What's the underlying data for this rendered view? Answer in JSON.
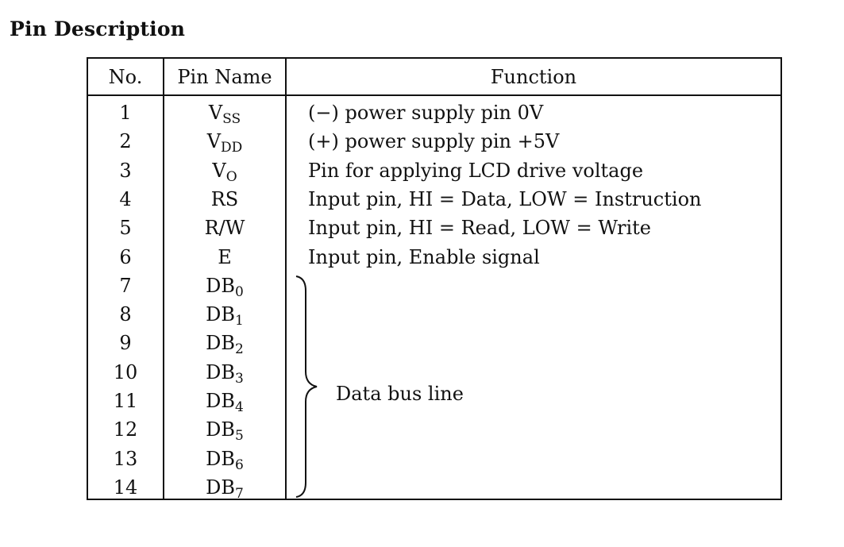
{
  "title": "Pin Description",
  "headers": {
    "no": "No.",
    "pin_name": "Pin Name",
    "function": "Function"
  },
  "rows": [
    {
      "no": "1",
      "name": "V",
      "sub": "SS",
      "function": "(−) power supply pin 0V"
    },
    {
      "no": "2",
      "name": "V",
      "sub": "DD",
      "function": "(+) power supply pin +5V"
    },
    {
      "no": "3",
      "name": "V",
      "sub": "O",
      "function": "Pin for applying LCD drive voltage"
    },
    {
      "no": "4",
      "name": "RS",
      "sub": "",
      "function": "Input pin, HI = Data, LOW = Instruction"
    },
    {
      "no": "5",
      "name": "R/W",
      "sub": "",
      "function": "Input pin, HI = Read, LOW = Write"
    },
    {
      "no": "6",
      "name": "E",
      "sub": "",
      "function": "Input pin, Enable signal"
    },
    {
      "no": "7",
      "name": "DB",
      "sub": "0",
      "function": ""
    },
    {
      "no": "8",
      "name": "DB",
      "sub": "1",
      "function": ""
    },
    {
      "no": "9",
      "name": "DB",
      "sub": "2",
      "function": ""
    },
    {
      "no": "10",
      "name": "DB",
      "sub": "3",
      "function": ""
    },
    {
      "no": "11",
      "name": "DB",
      "sub": "4",
      "function": ""
    },
    {
      "no": "12",
      "name": "DB",
      "sub": "5",
      "function": ""
    },
    {
      "no": "13",
      "name": "DB",
      "sub": "6",
      "function": ""
    },
    {
      "no": "14",
      "name": "DB",
      "sub": "7",
      "function": ""
    }
  ],
  "data_bus": {
    "label": "Data bus line"
  }
}
